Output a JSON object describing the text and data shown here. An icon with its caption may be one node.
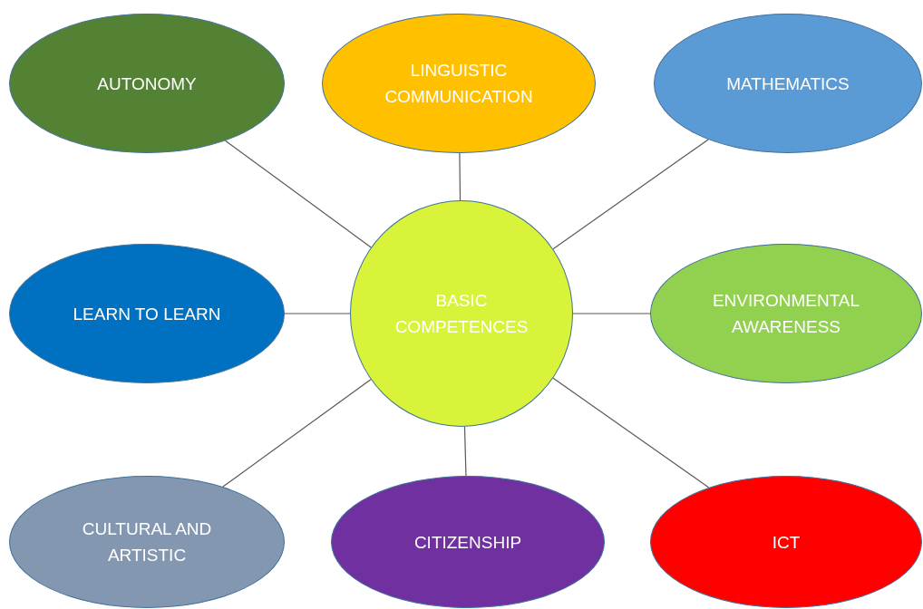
{
  "diagram": {
    "nodes": [
      {
        "text": [
          "BASIC COMPETENCES"
        ]
      },
      {
        "text": [
          "AUTONOMY"
        ]
      },
      {
        "text": [
          "LINGUISTIC COMMUNICATION"
        ]
      },
      {
        "text": [
          "MATHEMATICS"
        ]
      },
      {
        "text": [
          "LEARN TO LEARN"
        ]
      },
      {
        "text": [
          "ENVIRONMENTAL AWARENESS"
        ]
      },
      {
        "text": [
          "CULTURAL AND ARTISTIC"
        ]
      },
      {
        "text": [
          "CITIZENSHIP"
        ]
      },
      {
        "text": [
          "ICT"
        ]
      }
    ],
    "edges": [
      {
        "from": 0,
        "to": 1,
        "arrow": "none"
      },
      {
        "from": 0,
        "to": 2,
        "arrow": "none"
      },
      {
        "from": 0,
        "to": 3,
        "arrow": "none"
      },
      {
        "from": 0,
        "to": 4,
        "arrow": "none"
      },
      {
        "from": 0,
        "to": 5,
        "arrow": "none"
      },
      {
        "from": 0,
        "to": 6,
        "arrow": "none"
      },
      {
        "from": 0,
        "to": 7,
        "arrow": "none"
      },
      {
        "from": 0,
        "to": 8,
        "arrow": "none"
      }
    ]
  }
}
